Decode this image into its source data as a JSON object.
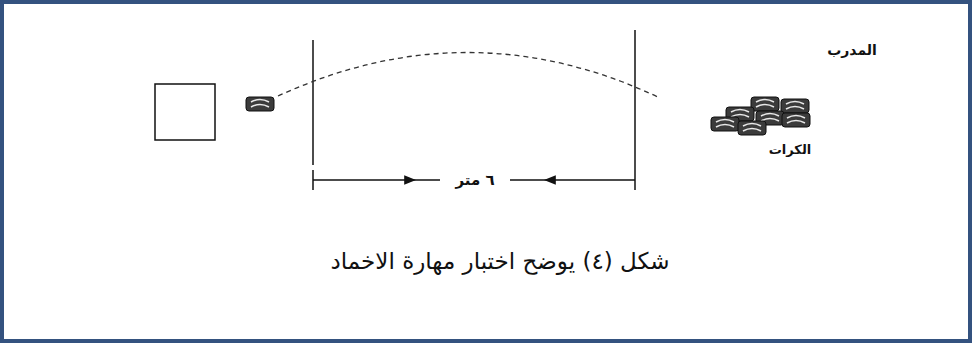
{
  "diagram": {
    "caption": "شكل (٤) يوضح اختبار مهارة الاخماد",
    "labels": [
      "المدرب",
      "الكرات",
      "٦ متر"
    ]
  }
}
